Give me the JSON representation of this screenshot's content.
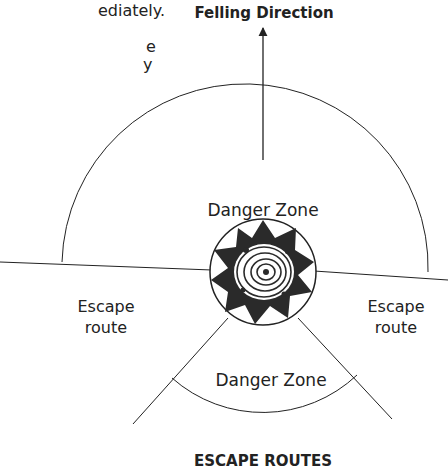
{
  "diagram": {
    "caption": "ESCAPE ROUTES",
    "labels": [
      "ediately.",
      "e",
      "y",
      "Felling Direction",
      "Danger Zone",
      "Escape route",
      "Escape route",
      "Danger Zone"
    ]
  }
}
